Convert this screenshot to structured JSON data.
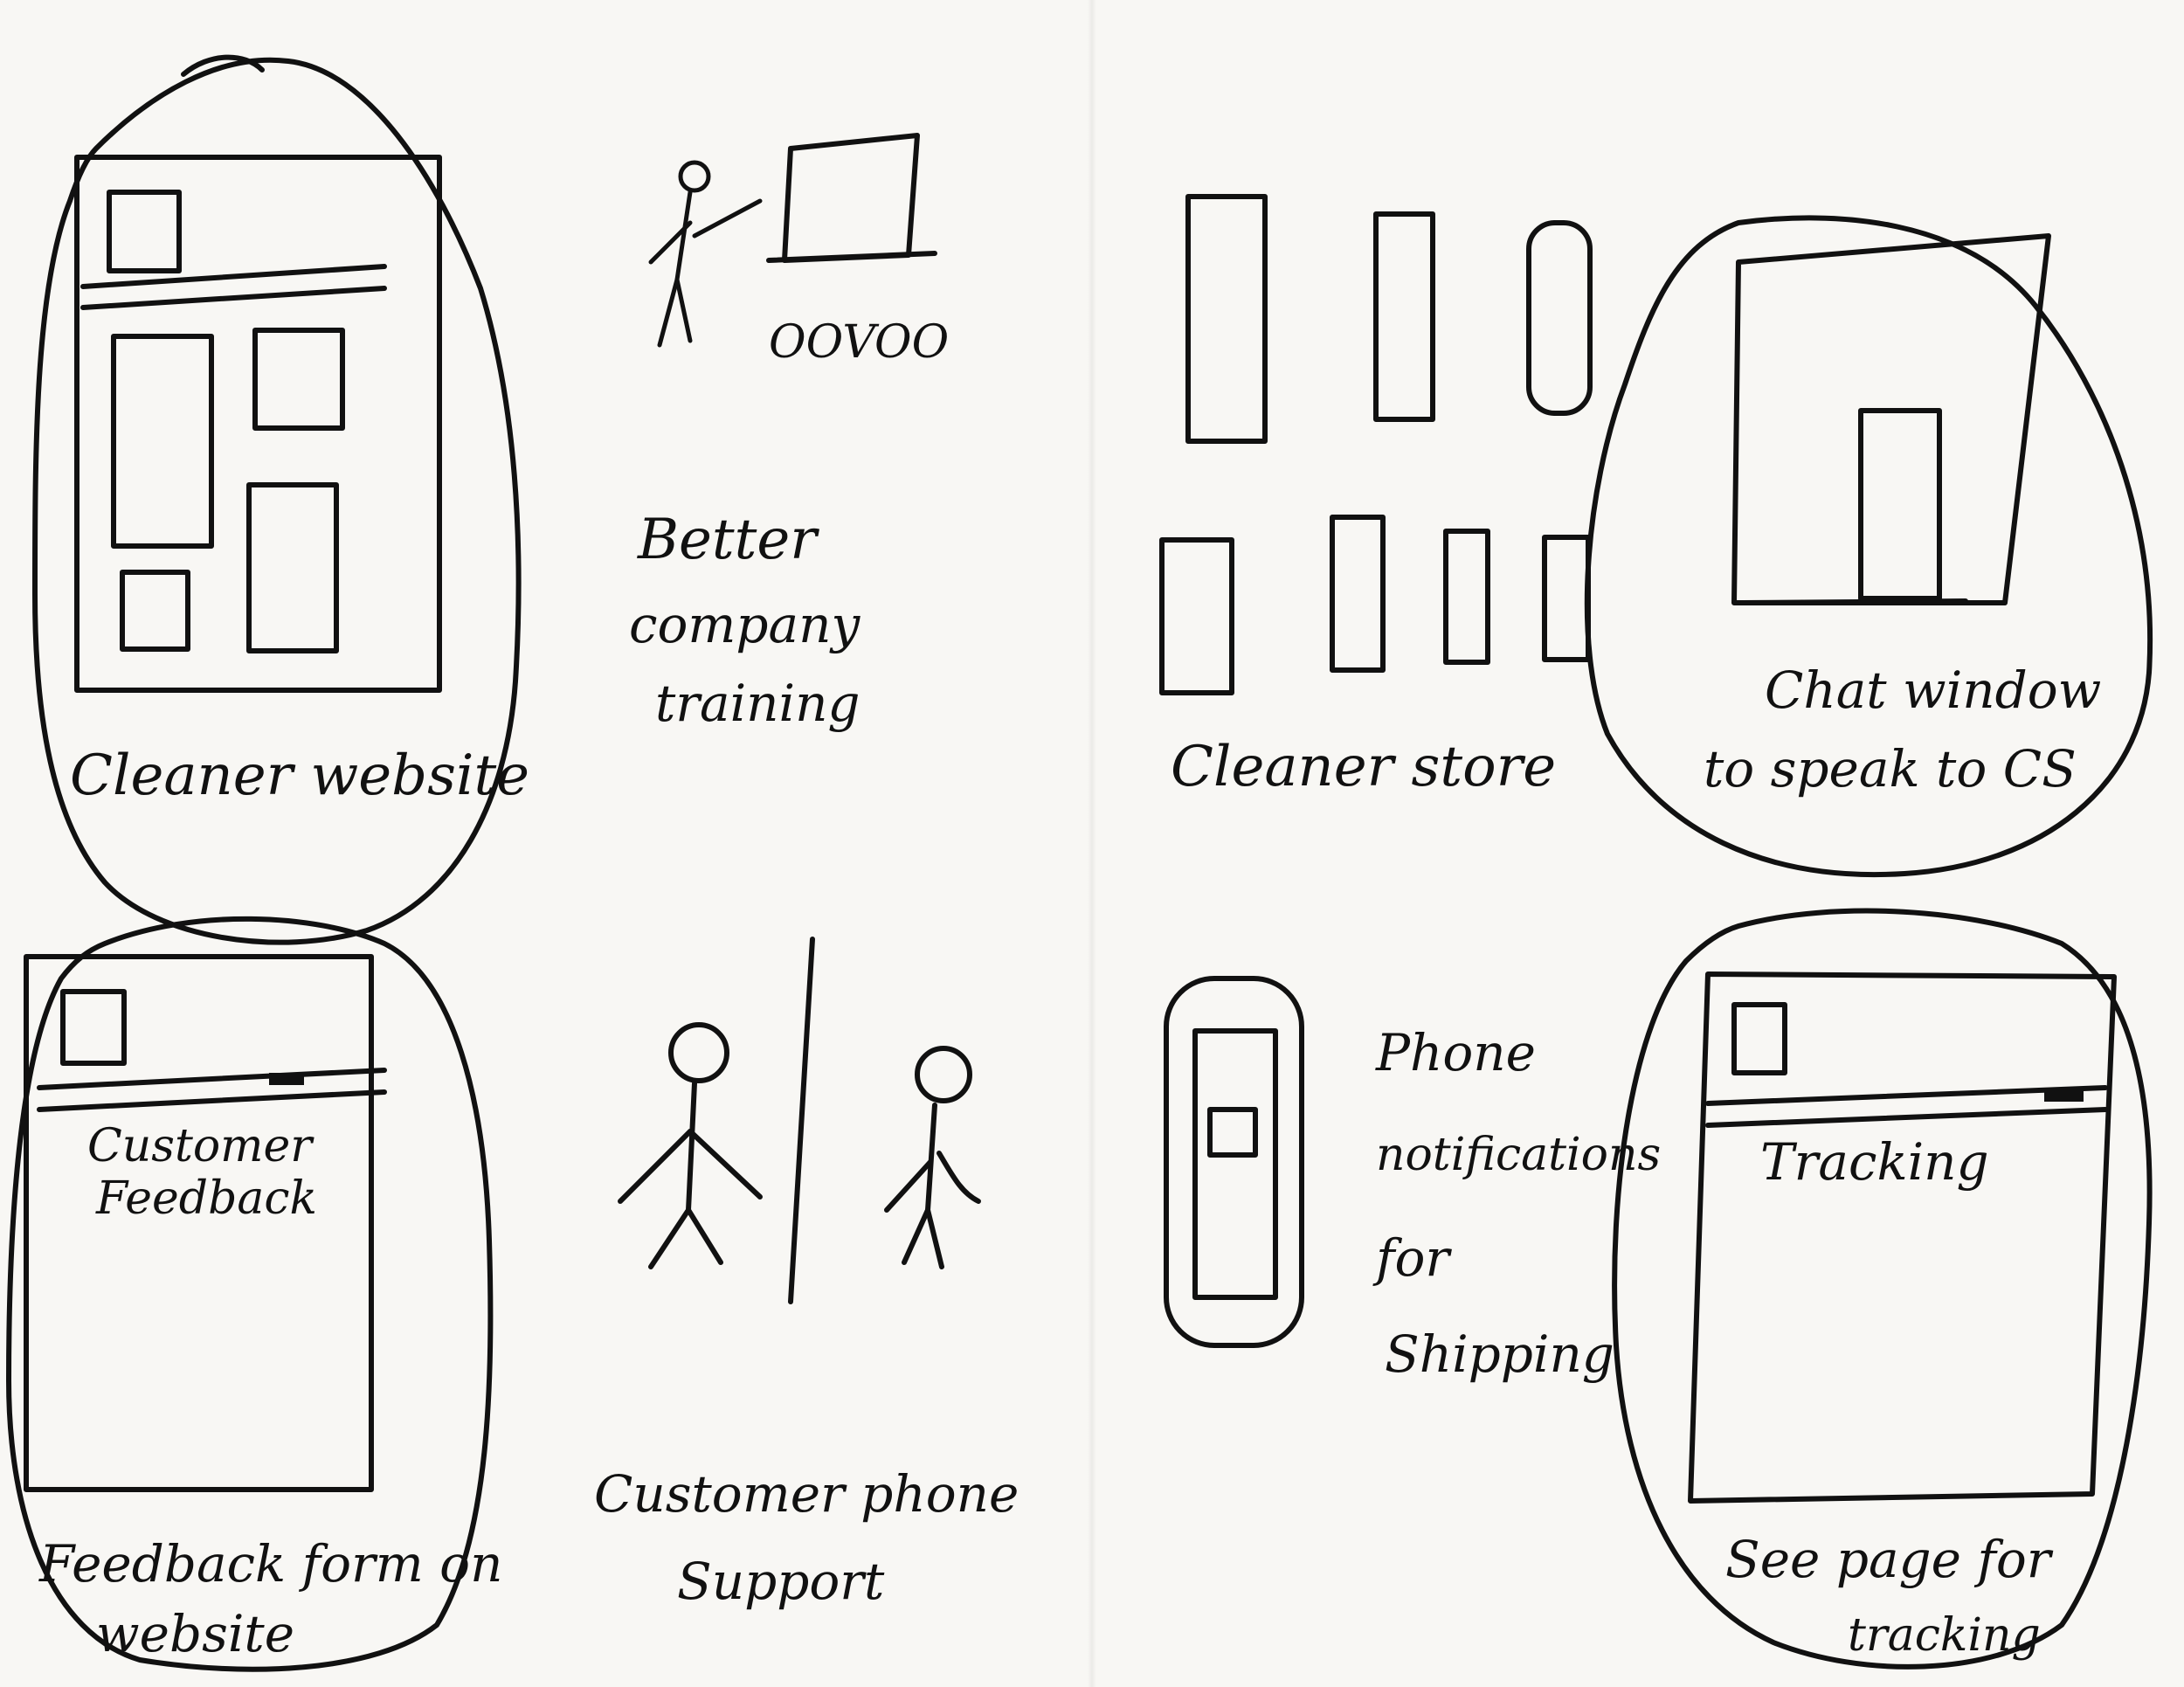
{
  "ink_color": "#111111",
  "paper_color": "#f8f7f4",
  "sketches": [
    {
      "id": "cleaner-website",
      "circled": true,
      "caption": "Cleaner website",
      "drawing": "website-layout"
    },
    {
      "id": "company-training",
      "circled": false,
      "drawing_text": "OOVOO",
      "caption_lines": [
        "Better",
        "company",
        "training"
      ],
      "drawing": "stick-figure-presenting"
    },
    {
      "id": "cleaner-store",
      "circled": false,
      "caption": "Cleaner store",
      "drawing": "store-shelves"
    },
    {
      "id": "chat-window",
      "circled": true,
      "caption_lines": [
        "Chat window",
        "to speak to CS"
      ],
      "drawing": "chat-popup"
    },
    {
      "id": "feedback-form",
      "circled": true,
      "header_text_lines": [
        "Customer",
        "Feedback"
      ],
      "caption_lines": [
        "Feedback form on",
        "website"
      ],
      "drawing": "feedback-page"
    },
    {
      "id": "phone-support",
      "circled": false,
      "caption_lines": [
        "Customer phone",
        "Support"
      ],
      "drawing": "two-stick-figures"
    },
    {
      "id": "phone-notifications",
      "circled": false,
      "caption_lines": [
        "Phone",
        "notifications",
        "for",
        "Shipping"
      ],
      "drawing": "mobile-phone"
    },
    {
      "id": "tracking-page",
      "circled": true,
      "header_text": "Tracking",
      "caption_lines": [
        "See page for",
        "tracking"
      ],
      "drawing": "tracking-page"
    }
  ]
}
